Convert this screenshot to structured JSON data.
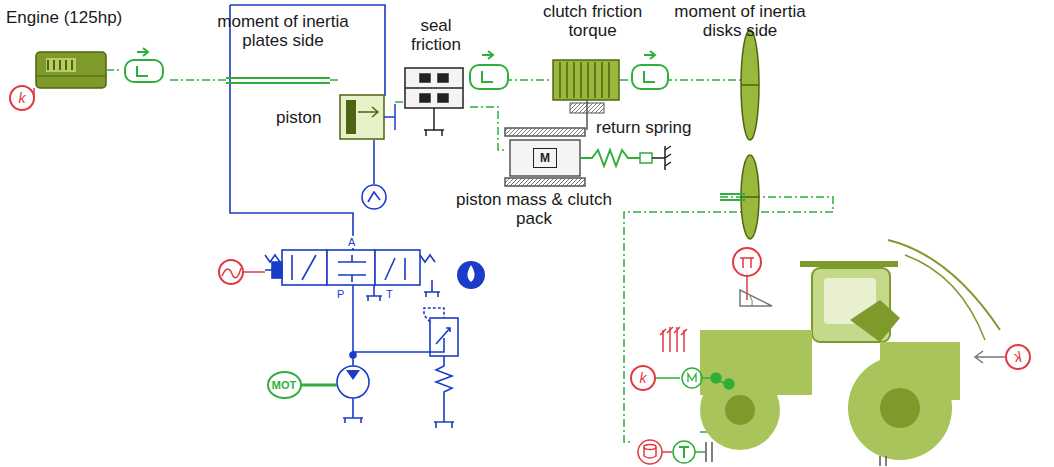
{
  "diagram": {
    "nodes": [
      {
        "text": [
          "k"
        ]
      },
      {
        "text": [
          "M"
        ]
      },
      {
        "text": [
          "MOT"
        ]
      },
      {
        "text": [
          "k"
        ]
      },
      {
        "text": [
          "k"
        ]
      }
    ],
    "labels": [
      "Engine (125hp)",
      "moment of inertia plates side",
      "seal friction",
      "piston",
      "clutch friction torque",
      "moment of inertia disks side",
      "return spring",
      "piston mass & clutch pack",
      "A",
      "P",
      "T"
    ]
  }
}
